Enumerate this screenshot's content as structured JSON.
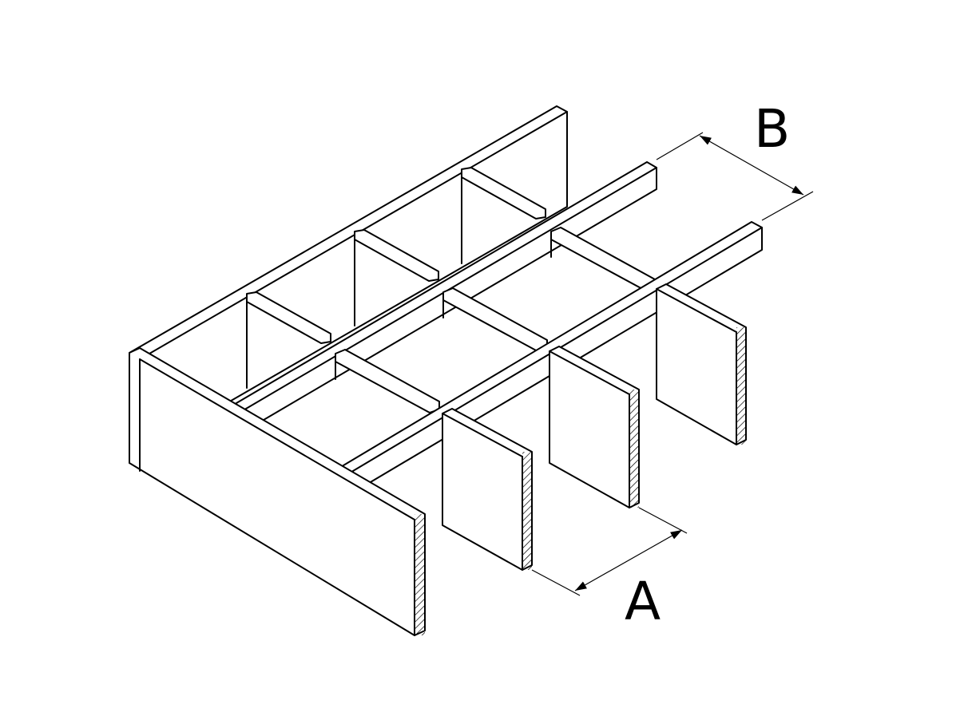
{
  "diagram": {
    "subject": "grating",
    "line_color": "#000000",
    "background_color": "#ffffff",
    "dimensions": [
      {
        "id": "A",
        "label": "A"
      },
      {
        "id": "B",
        "label": "B"
      }
    ]
  }
}
